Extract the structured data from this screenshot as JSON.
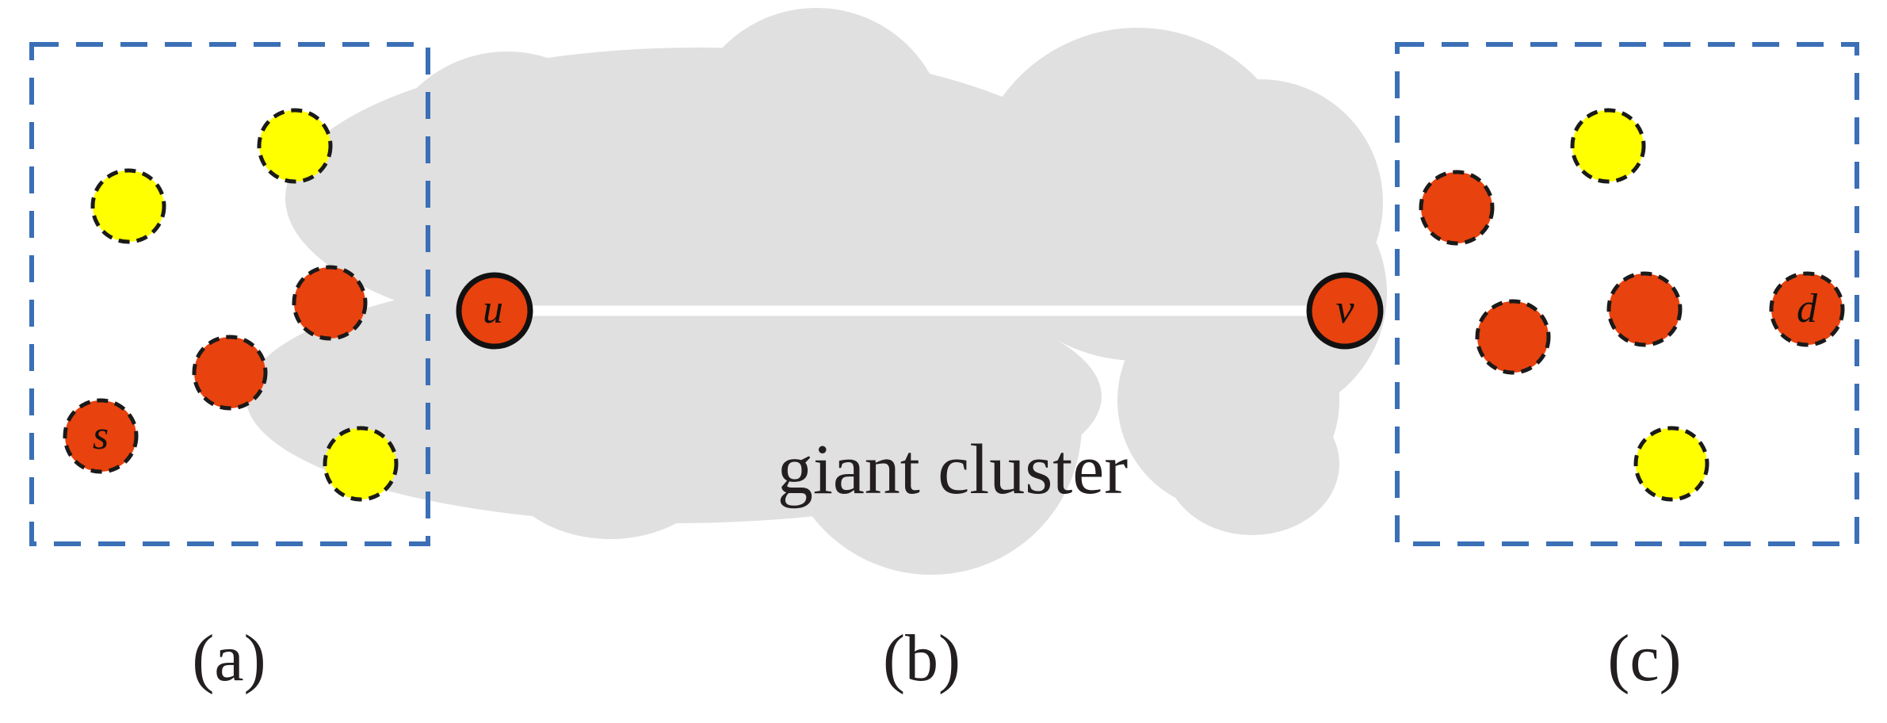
{
  "cluster": {
    "label": "giant cluster"
  },
  "panels": [
    {
      "label": "(a)"
    },
    {
      "label": "(b)"
    },
    {
      "label": "(c)"
    }
  ],
  "nodes": {
    "s": "s",
    "u": "u",
    "v": "v",
    "d": "d"
  },
  "colors": {
    "panel_border": "#3b6fb6",
    "node_red": "#e8420e",
    "node_yellow": "#ffff00",
    "cloud": "#e0e0e0"
  }
}
